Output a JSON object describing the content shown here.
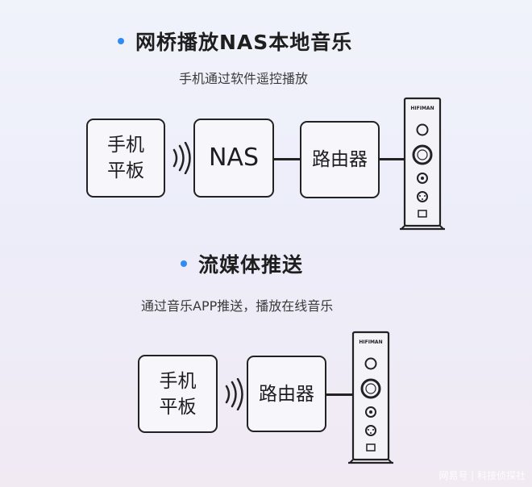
{
  "section1": {
    "title": "网桥播放NAS本地音乐",
    "subtitle": "手机通过软件遥控播放",
    "nodes": {
      "phone": "手机\n平板",
      "nas": "NAS",
      "router": "路由器"
    },
    "device_brand": "HIFIMAN"
  },
  "section2": {
    "title": "流媒体推送",
    "subtitle": "通过音乐APP推送，播放在线音乐",
    "nodes": {
      "phone": "手机\n平板",
      "router": "路由器"
    },
    "device_brand": "HIFIMAN"
  },
  "footer": {
    "watermark": "网易号 | 科技侦探社"
  },
  "colors": {
    "accent_dot": "#2f8bf5",
    "stroke": "#222222"
  }
}
